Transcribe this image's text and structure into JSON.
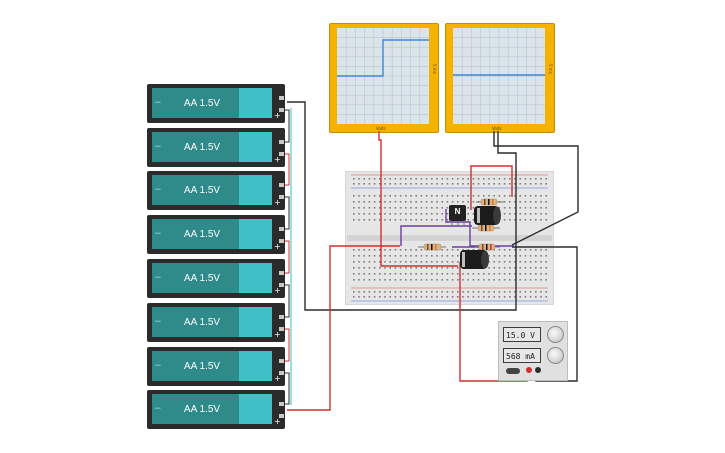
{
  "batteries": {
    "cells": [
      {
        "label": "AA 1.5V"
      },
      {
        "label": "AA 1.5V"
      },
      {
        "label": "AA 1.5V"
      },
      {
        "label": "AA 1.5V"
      },
      {
        "label": "AA 1.5V"
      },
      {
        "label": "AA 1.5V"
      },
      {
        "label": "AA 1.5V"
      },
      {
        "label": "AA 1.5V"
      }
    ],
    "minus_symbol": "−",
    "plus_symbol": "+"
  },
  "oscilloscopes": [
    {
      "side_label": "5 ms",
      "bottom_label": "Volts"
    },
    {
      "side_label": "5 ms",
      "bottom_label": "Volts"
    }
  ],
  "transistor": {
    "label": "N"
  },
  "power_supply": {
    "voltage": "15.0 V",
    "current": "568 mA"
  },
  "colors": {
    "battery_body": "#2f8a8a",
    "battery_cap": "#3ec0c6",
    "scope_frame": "#f5b300",
    "scope_trace": "#3f86d8",
    "wire_red": "#d32f2f",
    "wire_black": "#2b2b2b",
    "wire_purple": "#6a3da0"
  }
}
